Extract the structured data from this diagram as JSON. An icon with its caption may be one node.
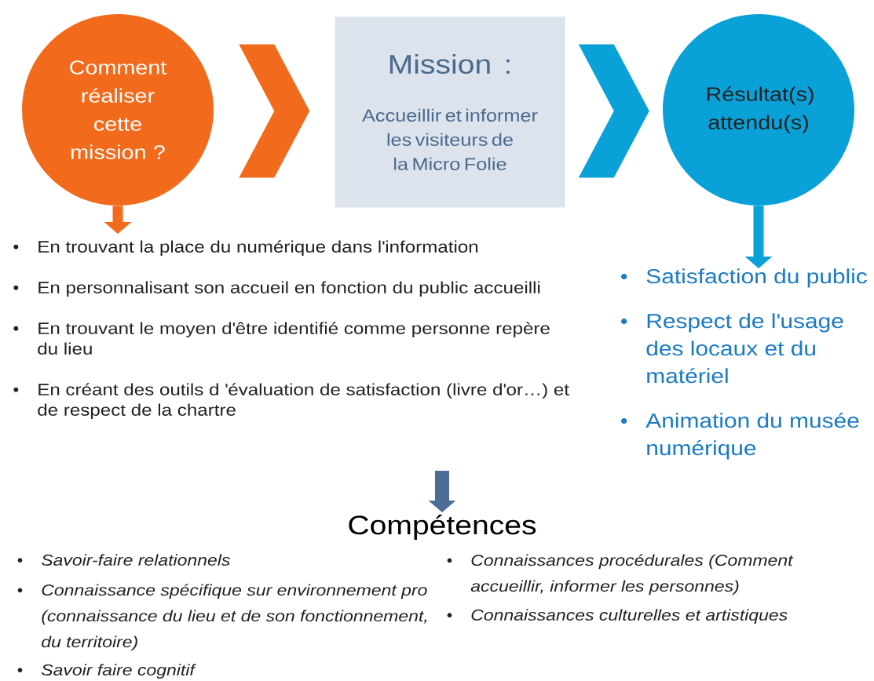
{
  "diagram": {
    "nodes": [
      {
        "text": [
          "Comment réaliser cette mission ?"
        ]
      },
      {
        "text": [
          "Mission :",
          "Accueillir et informer les visiteurs de la Micro Folie"
        ]
      },
      {
        "text": [
          "Résultat(s) attendu(s)"
        ]
      },
      {
        "text": [
          "En trouvant la place du numérique  dans l'information",
          "En personnalisant  son accueil en fonction du public accueilli",
          "En trouvant le moyen d'être identifié comme personne repère du lieu",
          "En créant des outils d 'évaluation de satisfaction (livre d'or…) et de respect de la chartre"
        ]
      },
      {
        "text": [
          "Satisfaction du public",
          "Respect de l'usage des locaux et du matériel",
          "Animation du musée numérique"
        ]
      },
      {
        "text": [
          "Compétences"
        ]
      }
    ],
    "edges": [
      {
        "from": 0,
        "to": 1,
        "arrow": "to",
        "color": "#f26b1d"
      },
      {
        "from": 1,
        "to": 2,
        "arrow": "to",
        "color": "#0aa0d8"
      },
      {
        "from": 0,
        "to": 3,
        "arrow": "to",
        "color": "#f26b1d"
      },
      {
        "from": 2,
        "to": 4,
        "arrow": "to",
        "color": "#0aa0d8"
      },
      {
        "from": null,
        "to": 5,
        "arrow": "to",
        "color": "#4e6d96"
      }
    ],
    "labels": [
      "Savoir-faire relationnels",
      "Connaissance spécifique sur environnement pro (connaissance du lieu  et de son fonctionnement, du territoire)",
      "Savoir faire cognitif",
      "Connaissances procédurales (Comment accueillir, informer les personnes)",
      "Connaissances culturelles et artistiques"
    ]
  }
}
